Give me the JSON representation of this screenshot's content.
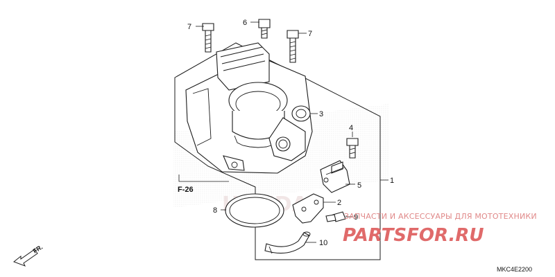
{
  "callouts": {
    "c1": "1",
    "c2": "2",
    "c3": "3",
    "c4": "4",
    "c5": "5",
    "c6": "6",
    "c7a": "7",
    "c7b": "7",
    "c8": "8",
    "c9": "9",
    "c10": "10"
  },
  "reference": {
    "label": "F-26"
  },
  "direction": {
    "label": "FR."
  },
  "diagram_code": "MKC4E2200",
  "watermark": {
    "tagline": "ЗАПЧАСТИ И АКСЕССУАРЫ ДЛЯ МОТОТЕХНИКИ",
    "logo": "PARTSFOR.RU",
    "brand_faint": "HONDA",
    "color": "#e06a6a"
  }
}
